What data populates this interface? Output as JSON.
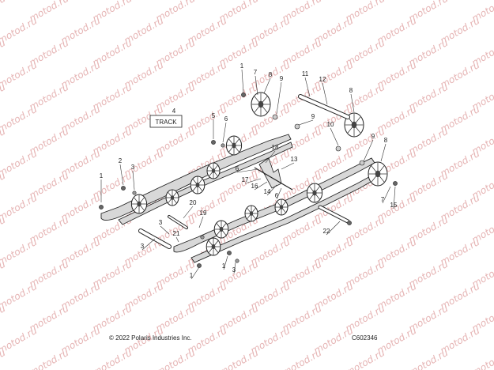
{
  "watermark_text": "motod.ru",
  "track_label": "TRACK",
  "copyright": "© 2022 Polaris Industries Inc.",
  "diagram_code": "C602346",
  "callouts": [
    "1",
    "7",
    "8",
    "9",
    "11",
    "12",
    "8",
    "4",
    "5",
    "6",
    "9",
    "10",
    "9",
    "8",
    "18",
    "6",
    "13",
    "17",
    "16",
    "14",
    "6",
    "2",
    "3",
    "1",
    "20",
    "19",
    "3",
    "21",
    "1",
    "7",
    "15",
    "22",
    "3",
    "4",
    "1",
    "3",
    "2"
  ]
}
